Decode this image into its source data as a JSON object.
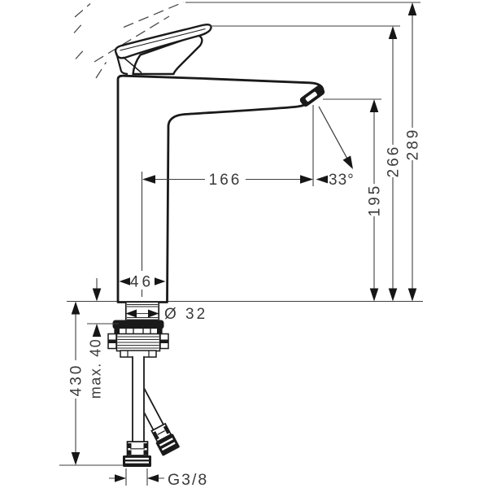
{
  "drawing": {
    "subject": "single-lever basin mixer faucet - side elevation technical drawing with installation shank, mounting nut and supply hoses",
    "colors": {
      "outline": "#1a1a1a",
      "dimension_line": "#3f3f3f",
      "text": "#3a3a3a",
      "background": "#ffffff"
    },
    "dims": {
      "spout_reach": "166",
      "stream_angle": "33°",
      "spout_height": "195",
      "handle_height": "266",
      "total_height": "289",
      "base_width": "46",
      "shank_diameter": "Ø 32",
      "hose_length": "430",
      "max_deck_thickness": "max. 40",
      "supply_connection": "G3/8"
    }
  }
}
